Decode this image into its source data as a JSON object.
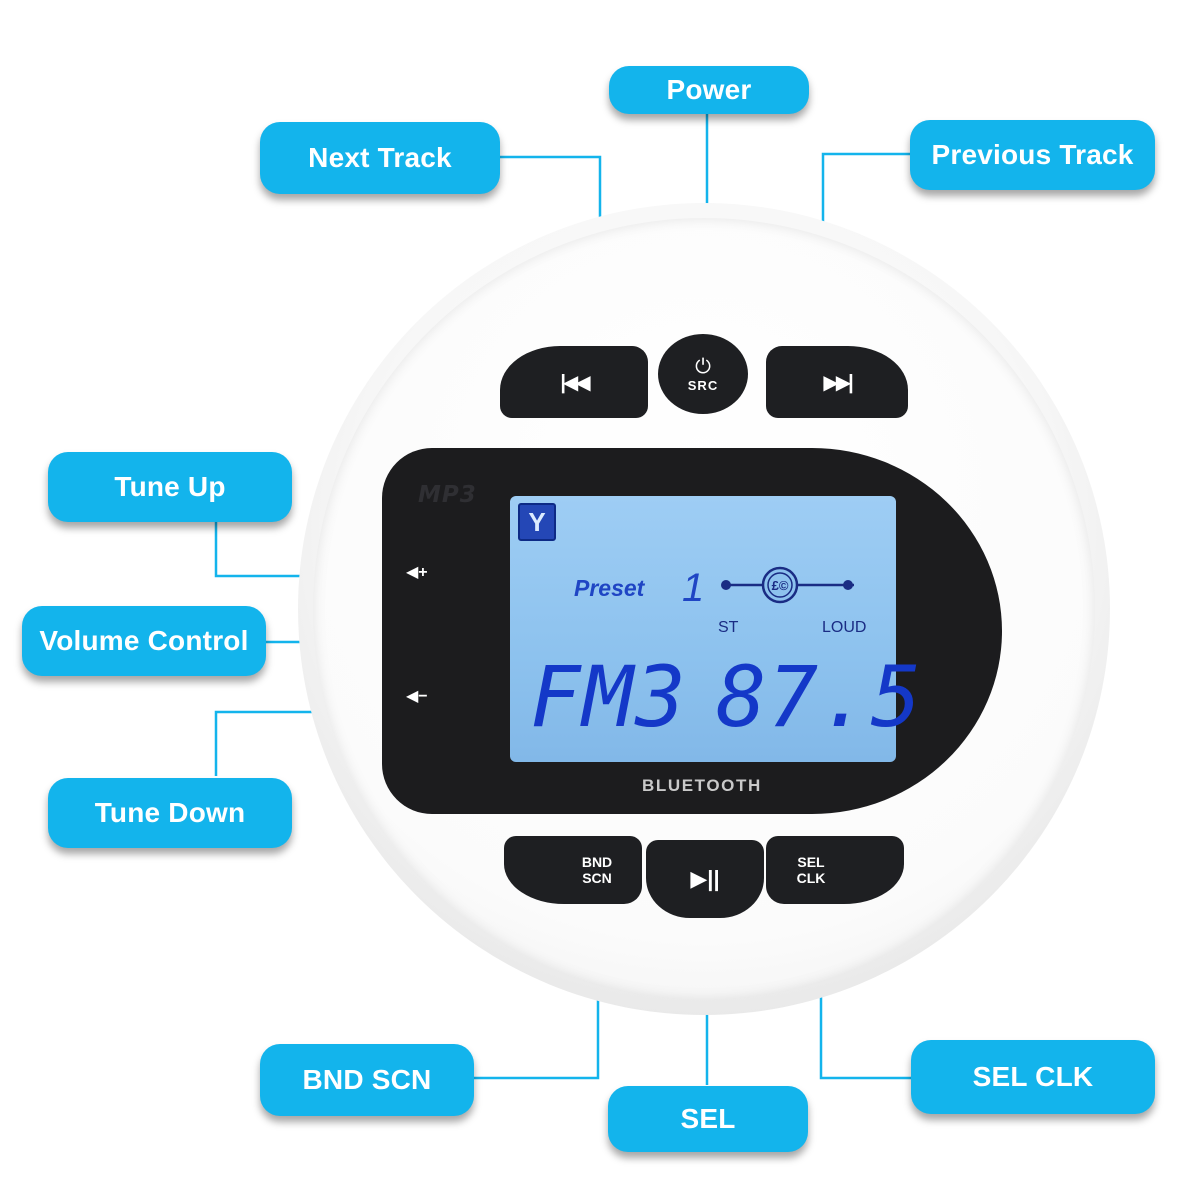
{
  "callouts": {
    "power": "Power",
    "next_track": "Next Track",
    "previous_track": "Previous Track",
    "tune_up": "Tune Up",
    "volume_control": "Volume Control",
    "tune_down": "Tune Down",
    "bnd_scn": "BND SCN",
    "sel": "SEL",
    "sel_clk": "SEL CLK"
  },
  "device": {
    "bezel_label": "MP3",
    "bottom_label": "BLUETOOTH",
    "buttons": {
      "prev_symbol": "|◀◀",
      "power_symbol": "⏻",
      "power_label": "SRC",
      "next_symbol": "▶▶|",
      "bnd_line1": "BND",
      "bnd_line2": "SCN",
      "play_symbol": "▶||",
      "sel_line1": "SEL",
      "sel_line2": "CLK",
      "vol_up": "◀+",
      "vol_down": "◀−"
    }
  },
  "lcd": {
    "icon_letter": "Y",
    "preset_label": "Preset",
    "preset_number": "1",
    "eq_badge": "£©",
    "st": "ST",
    "loud": "LOUD",
    "band": "FM3",
    "frequency": "87.5"
  },
  "colors": {
    "callout": "#13b4ec",
    "line": "#13b4ec",
    "lcd_bg": "#8dc2ee",
    "lcd_text": "#1438c8",
    "bezel": "#1c1c1e"
  }
}
